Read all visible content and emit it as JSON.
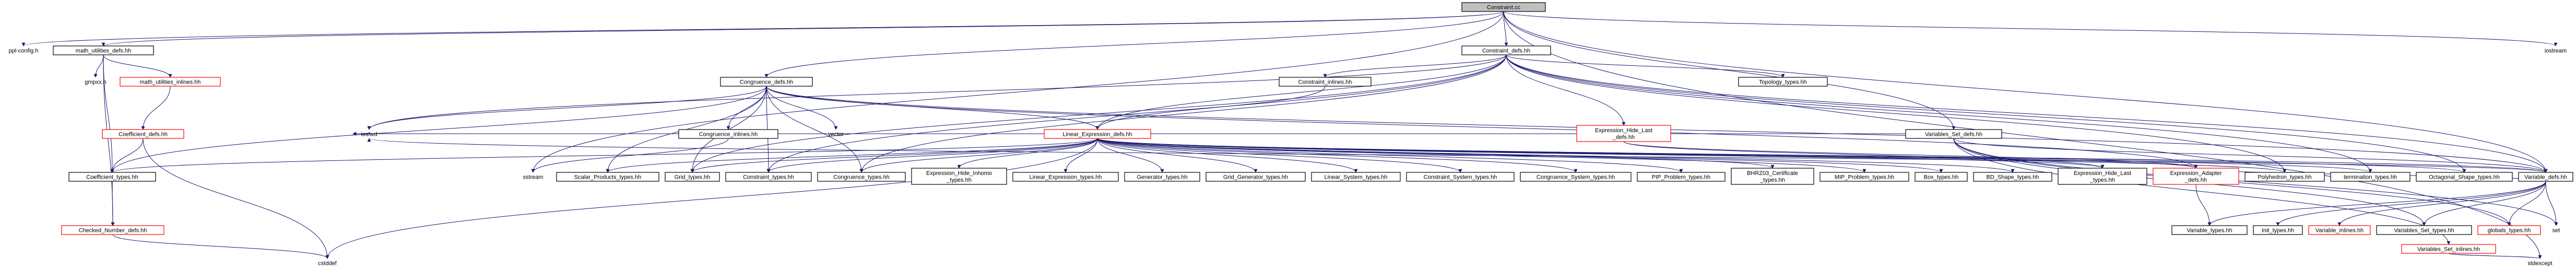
{
  "nodes": [
    {
      "id": "root",
      "lines": [
        "Constraint.cc"
      ],
      "style": "root"
    },
    {
      "id": "ppl_config",
      "lines": [
        "ppl-config.h"
      ],
      "style": "nobox"
    },
    {
      "id": "math_utilities_defs",
      "lines": [
        "math_utilities_defs.hh"
      ],
      "style": "box"
    },
    {
      "id": "gmpxx",
      "lines": [
        "gmpxx.h"
      ],
      "style": "nobox"
    },
    {
      "id": "math_utilities_inlines",
      "lines": [
        "math_utilities_inlines.hh"
      ],
      "style": "red"
    },
    {
      "id": "coefficient_defs",
      "lines": [
        "Coefficient_defs.hh"
      ],
      "style": "red"
    },
    {
      "id": "coefficient_types",
      "lines": [
        "Coefficient_types.hh"
      ],
      "style": "box"
    },
    {
      "id": "checked_number_defs",
      "lines": [
        "Checked_Number_defs.hh"
      ],
      "style": "red"
    },
    {
      "id": "cstddef",
      "lines": [
        "cstddef"
      ],
      "style": "nobox"
    },
    {
      "id": "congruence_defs",
      "lines": [
        "Congruence_defs.hh"
      ],
      "style": "box"
    },
    {
      "id": "congruence_inlines",
      "lines": [
        "Congruence_inlines.hh"
      ],
      "style": "box"
    },
    {
      "id": "vector",
      "lines": [
        "vector"
      ],
      "style": "nobox"
    },
    {
      "id": "iosfwd",
      "lines": [
        "iosfwd"
      ],
      "style": "nobox"
    },
    {
      "id": "constraint_defs",
      "lines": [
        "Constraint_defs.hh"
      ],
      "style": "box"
    },
    {
      "id": "constraint_inlines",
      "lines": [
        "Constraint_inlines.hh"
      ],
      "style": "box"
    },
    {
      "id": "topology_types",
      "lines": [
        "Topology_types.hh"
      ],
      "style": "box"
    },
    {
      "id": "linear_expression_defs",
      "lines": [
        "Linear_Expression_defs.hh"
      ],
      "style": "red"
    },
    {
      "id": "expression_hide_last_defs",
      "lines": [
        "Expression_Hide_Last",
        "_defs.hh"
      ],
      "style": "red"
    },
    {
      "id": "variables_set_defs",
      "lines": [
        "Variables_Set_defs.hh"
      ],
      "style": "box"
    },
    {
      "id": "iostream",
      "lines": [
        "iostream"
      ],
      "style": "nobox"
    },
    {
      "id": "scalar_products_types",
      "lines": [
        "Scalar_Products_types.hh"
      ],
      "style": "box"
    },
    {
      "id": "grid_types",
      "lines": [
        "Grid_types.hh"
      ],
      "style": "box"
    },
    {
      "id": "constraint_types",
      "lines": [
        "Constraint_types.hh"
      ],
      "style": "box"
    },
    {
      "id": "congruence_types",
      "lines": [
        "Congruence_types.hh"
      ],
      "style": "box"
    },
    {
      "id": "expression_hide_inhomo_types",
      "lines": [
        "Expression_Hide_Inhomo",
        "_types.hh"
      ],
      "style": "box"
    },
    {
      "id": "linear_expression_types",
      "lines": [
        "Linear_Expression_types.hh"
      ],
      "style": "box"
    },
    {
      "id": "generator_types",
      "lines": [
        "Generator_types.hh"
      ],
      "style": "box"
    },
    {
      "id": "grid_generator_types",
      "lines": [
        "Grid_Generator_types.hh"
      ],
      "style": "box"
    },
    {
      "id": "linear_system_types",
      "lines": [
        "Linear_System_types.hh"
      ],
      "style": "box"
    },
    {
      "id": "constraint_system_types",
      "lines": [
        "Constraint_System_types.hh"
      ],
      "style": "box"
    },
    {
      "id": "congruence_system_types",
      "lines": [
        "Congruence_System_types.hh"
      ],
      "style": "box"
    },
    {
      "id": "pip_problem_types",
      "lines": [
        "PIP_Problem_types.hh"
      ],
      "style": "box"
    },
    {
      "id": "bhrz03_certificate_types",
      "lines": [
        "BHRZ03_Certificate",
        "_types.hh"
      ],
      "style": "box"
    },
    {
      "id": "mip_problem_types",
      "lines": [
        "MIP_Problem_types.hh"
      ],
      "style": "box"
    },
    {
      "id": "box_types",
      "lines": [
        "Box_types.hh"
      ],
      "style": "box"
    },
    {
      "id": "bd_shape_types",
      "lines": [
        "BD_Shape_types.hh"
      ],
      "style": "box"
    },
    {
      "id": "expression_hide_last_types",
      "lines": [
        "Expression_Hide_Last",
        "_types.hh"
      ],
      "style": "box"
    },
    {
      "id": "expression_adapter_defs",
      "lines": [
        "Expression_Adapter",
        "_defs.hh"
      ],
      "style": "red"
    },
    {
      "id": "polyhedron_types",
      "lines": [
        "Polyhedron_types.hh"
      ],
      "style": "box"
    },
    {
      "id": "termination_types",
      "lines": [
        "termination_types.hh"
      ],
      "style": "box"
    },
    {
      "id": "octagonal_shape_types",
      "lines": [
        "Octagonal_Shape_types.hh"
      ],
      "style": "box"
    },
    {
      "id": "variable_defs",
      "lines": [
        "Variable_defs.hh"
      ],
      "style": "box"
    },
    {
      "id": "variable_types",
      "lines": [
        "Variable_types.hh"
      ],
      "style": "box"
    },
    {
      "id": "init_types",
      "lines": [
        "Init_types.hh"
      ],
      "style": "box"
    },
    {
      "id": "variable_inlines",
      "lines": [
        "Variable_inlines.hh"
      ],
      "style": "red"
    },
    {
      "id": "variables_set_types",
      "lines": [
        "Variables_Set_types.hh"
      ],
      "style": "box"
    },
    {
      "id": "globals_types",
      "lines": [
        "globals_types.hh"
      ],
      "style": "red"
    },
    {
      "id": "set",
      "lines": [
        "set"
      ],
      "style": "nobox"
    },
    {
      "id": "variables_set_inlines",
      "lines": [
        "Variables_Set_inlines.hh"
      ],
      "style": "red"
    },
    {
      "id": "stdexcept",
      "lines": [
        "stdexcept"
      ],
      "style": "nobox"
    }
  ],
  "edges": [
    [
      "root",
      "ppl_config"
    ],
    [
      "root",
      "math_utilities_defs"
    ],
    [
      "root",
      "congruence_defs"
    ],
    [
      "root",
      "constraint_defs"
    ],
    [
      "root",
      "variables_set_defs"
    ],
    [
      "root",
      "variable_defs"
    ],
    [
      "root",
      "iostream"
    ],
    [
      "root",
      "stdexcept"
    ],
    [
      "root",
      "sstream"
    ],
    [
      "math_utilities_defs",
      "gmpxx"
    ],
    [
      "math_utilities_defs",
      "math_utilities_inlines"
    ],
    [
      "math_utilities_defs",
      "coefficient_types"
    ],
    [
      "math_utilities_defs",
      "checked_number_defs"
    ],
    [
      "math_utilities_inlines",
      "coefficient_defs"
    ],
    [
      "coefficient_defs",
      "coefficient_types"
    ],
    [
      "coefficient_defs",
      "cstddef"
    ],
    [
      "coefficient_types",
      "checked_number_defs"
    ],
    [
      "checked_number_defs",
      "cstddef"
    ],
    [
      "congruence_defs",
      "congruence_inlines"
    ],
    [
      "congruence_defs",
      "vector"
    ],
    [
      "congruence_defs",
      "iosfwd"
    ],
    [
      "congruence_defs",
      "coefficient_types"
    ],
    [
      "congruence_defs",
      "linear_expression_defs"
    ],
    [
      "congruence_defs",
      "scalar_products_types"
    ],
    [
      "congruence_defs",
      "grid_types"
    ],
    [
      "congruence_defs",
      "constraint_types"
    ],
    [
      "congruence_defs",
      "congruence_types"
    ],
    [
      "congruence_defs",
      "expression_adapter_defs"
    ],
    [
      "congruence_defs",
      "variable_defs"
    ],
    [
      "congruence_inlines",
      "sstream"
    ],
    [
      "constraint_defs",
      "constraint_inlines"
    ],
    [
      "constraint_defs",
      "topology_types"
    ],
    [
      "constraint_defs",
      "linear_expression_defs"
    ],
    [
      "constraint_defs",
      "expression_hide_last_defs"
    ],
    [
      "constraint_defs",
      "polyhedron_types"
    ],
    [
      "constraint_defs",
      "termination_types"
    ],
    [
      "constraint_defs",
      "octagonal_shape_types"
    ],
    [
      "constraint_defs",
      "variable_defs"
    ],
    [
      "constraint_defs",
      "grid_types"
    ],
    [
      "constraint_defs",
      "constraint_types"
    ],
    [
      "constraint_defs",
      "congruence_types"
    ],
    [
      "constraint_defs",
      "iosfwd"
    ],
    [
      "constraint_inlines",
      "linear_expression_defs"
    ],
    [
      "linear_expression_defs",
      "coefficient_types"
    ],
    [
      "linear_expression_defs",
      "scalar_products_types"
    ],
    [
      "linear_expression_defs",
      "grid_types"
    ],
    [
      "linear_expression_defs",
      "constraint_types"
    ],
    [
      "linear_expression_defs",
      "congruence_types"
    ],
    [
      "linear_expression_defs",
      "expression_hide_inhomo_types"
    ],
    [
      "linear_expression_defs",
      "linear_expression_types"
    ],
    [
      "linear_expression_defs",
      "generator_types"
    ],
    [
      "linear_expression_defs",
      "grid_generator_types"
    ],
    [
      "linear_expression_defs",
      "linear_system_types"
    ],
    [
      "linear_expression_defs",
      "constraint_system_types"
    ],
    [
      "linear_expression_defs",
      "congruence_system_types"
    ],
    [
      "linear_expression_defs",
      "pip_problem_types"
    ],
    [
      "linear_expression_defs",
      "bhrz03_certificate_types"
    ],
    [
      "linear_expression_defs",
      "mip_problem_types"
    ],
    [
      "linear_expression_defs",
      "box_types"
    ],
    [
      "linear_expression_defs",
      "bd_shape_types"
    ],
    [
      "linear_expression_defs",
      "expression_hide_last_types"
    ],
    [
      "linear_expression_defs",
      "expression_adapter_defs"
    ],
    [
      "linear_expression_defs",
      "polyhedron_types"
    ],
    [
      "linear_expression_defs",
      "termination_types"
    ],
    [
      "linear_expression_defs",
      "octagonal_shape_types"
    ],
    [
      "linear_expression_defs",
      "variable_defs"
    ],
    [
      "linear_expression_defs",
      "iosfwd"
    ],
    [
      "linear_expression_defs",
      "cstddef"
    ],
    [
      "expression_hide_last_defs",
      "expression_hide_last_types"
    ],
    [
      "expression_hide_last_defs",
      "expression_adapter_defs"
    ],
    [
      "expression_adapter_defs",
      "variable_types"
    ],
    [
      "expression_adapter_defs",
      "variable_defs"
    ],
    [
      "variables_set_defs",
      "variable_defs"
    ],
    [
      "variables_set_defs",
      "variables_set_types"
    ],
    [
      "variables_set_defs",
      "globals_types"
    ],
    [
      "variables_set_defs",
      "set"
    ],
    [
      "variables_set_defs",
      "variables_set_inlines"
    ],
    [
      "variables_set_defs",
      "iosfwd"
    ],
    [
      "variable_defs",
      "variable_types"
    ],
    [
      "variable_defs",
      "init_types"
    ],
    [
      "variable_defs",
      "variable_inlines"
    ],
    [
      "variable_defs",
      "variables_set_types"
    ],
    [
      "variable_defs",
      "globals_types"
    ],
    [
      "variable_defs",
      "set"
    ],
    [
      "variable_defs",
      "iosfwd"
    ],
    [
      "variables_set_inlines",
      "stdexcept"
    ]
  ],
  "extra_nodes": [
    {
      "id": "sstream",
      "lines": [
        "sstream"
      ],
      "style": "nobox"
    }
  ]
}
